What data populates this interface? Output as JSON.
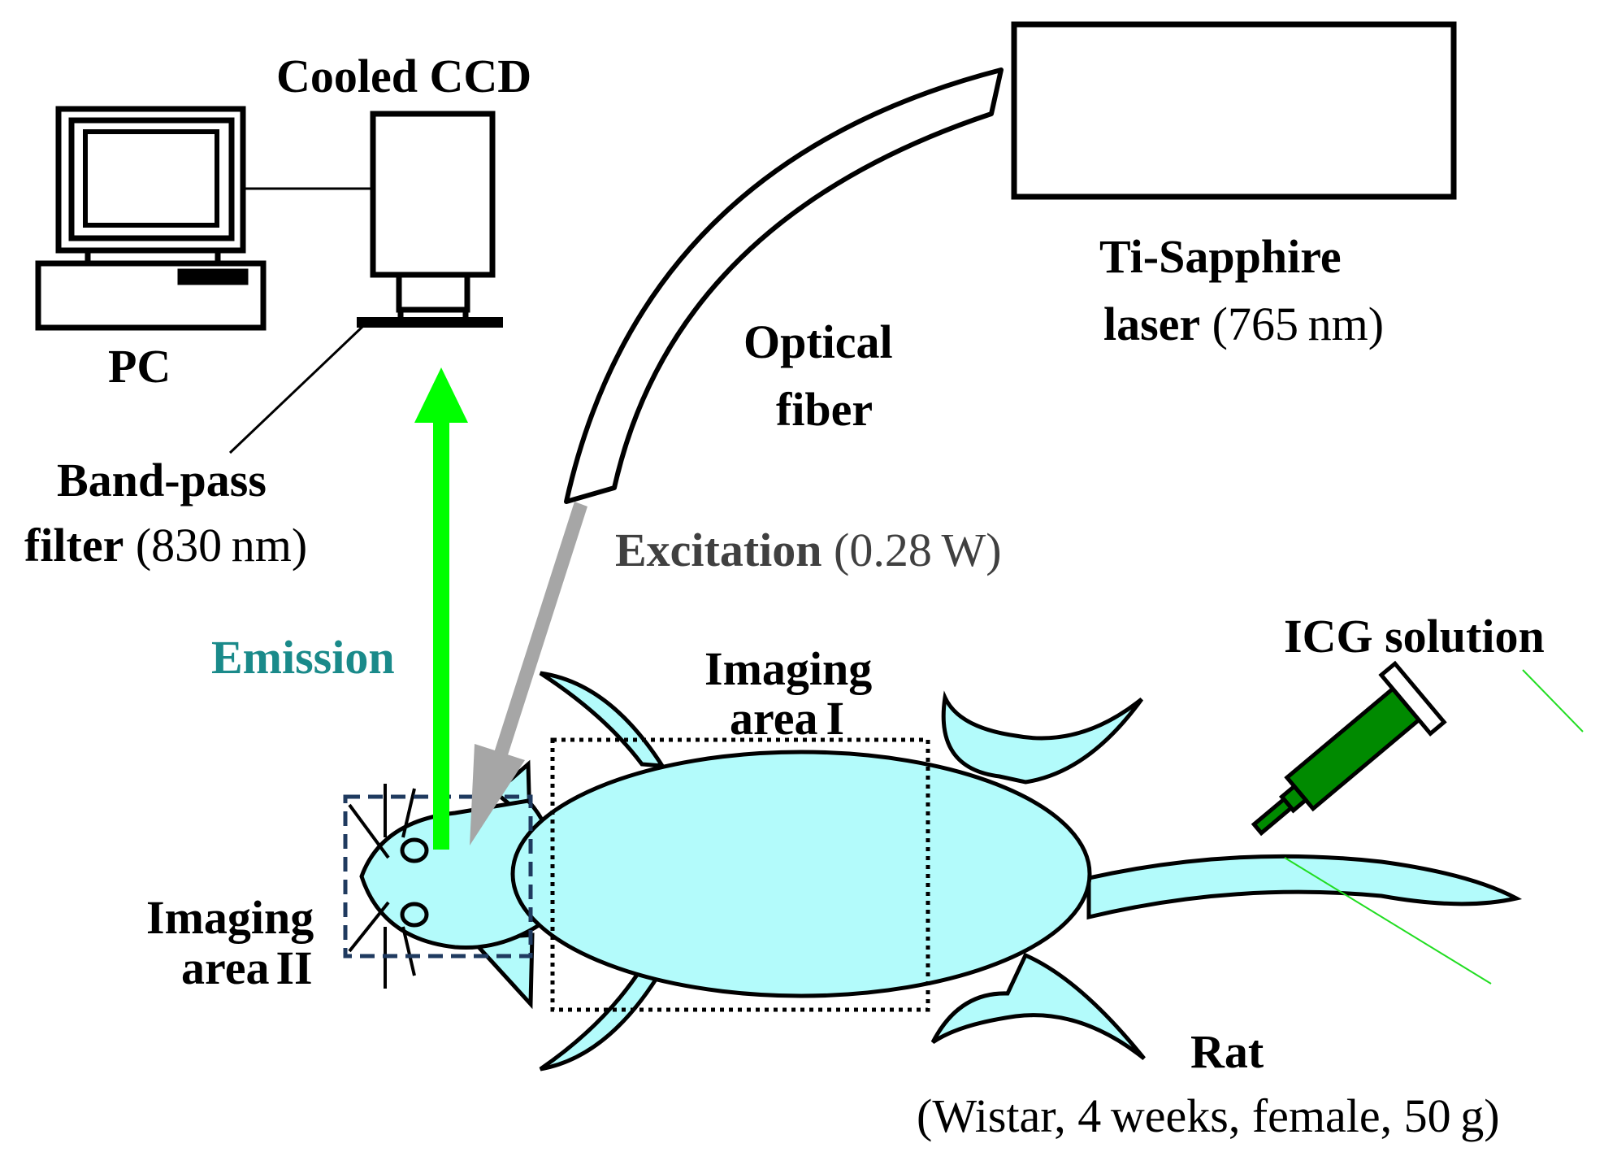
{
  "labels": {
    "pc": "PC",
    "cooled_ccd": "Cooled CCD",
    "band_pass_1": "Band-pass",
    "band_pass_2_bold": "filter",
    "band_pass_2_normal": " (830 nm)",
    "optical_1": "Optical",
    "optical_2": "fiber",
    "laser_1": "Ti-Sapphire",
    "laser_2_bold": "laser",
    "laser_2_normal": " (765 nm)",
    "excitation_bold": "Excitation",
    "excitation_normal": " (0.28 W)",
    "emission": "Emission",
    "imaging_area_1_line1": "Imaging",
    "imaging_area_1_line2": "area",
    "imaging_area_1_numeral": "I",
    "imaging_area_2_line1": "Imaging",
    "imaging_area_2_line2": "area",
    "imaging_area_2_numeral": "II",
    "icg": "ICG solution",
    "rat": "Rat",
    "rat_details": "(Wistar, 4 weeks, female, 50 g)"
  },
  "colors": {
    "rat_fill": "#b3fbfb",
    "emission_arrow": "#00ff00",
    "excitation_arrow": "#a6a6a6",
    "syringe": "#008a00",
    "imaging_area_2_box": "#1f3a5f",
    "emission_text": "#1a8a8a",
    "excitation_text": "#404040"
  }
}
